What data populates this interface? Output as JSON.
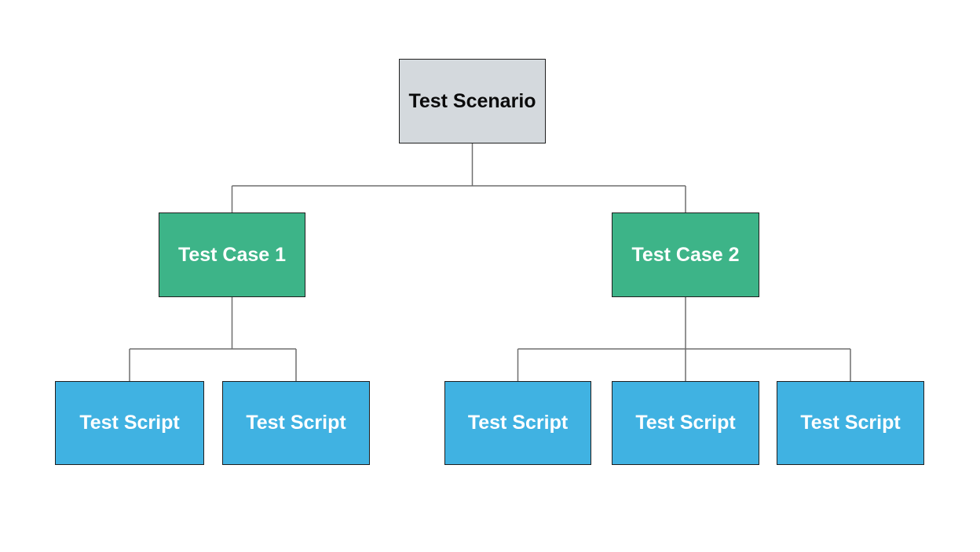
{
  "colors": {
    "scenario-fill": "#d4d9dd",
    "case-fill": "#3db488",
    "script-fill": "#40b2e2",
    "node-border": "#1f1f1f",
    "connector": "#6e6e6e",
    "text-dark": "#0a0a0a",
    "text-light": "#ffffff"
  },
  "tree": {
    "root": {
      "label": "Test Scenario"
    },
    "cases": [
      {
        "label": "Test Case 1",
        "scripts": [
          {
            "label": "Test Script"
          },
          {
            "label": "Test Script"
          }
        ]
      },
      {
        "label": "Test Case 2",
        "scripts": [
          {
            "label": "Test Script"
          },
          {
            "label": "Test Script"
          },
          {
            "label": "Test Script"
          }
        ]
      }
    ]
  }
}
